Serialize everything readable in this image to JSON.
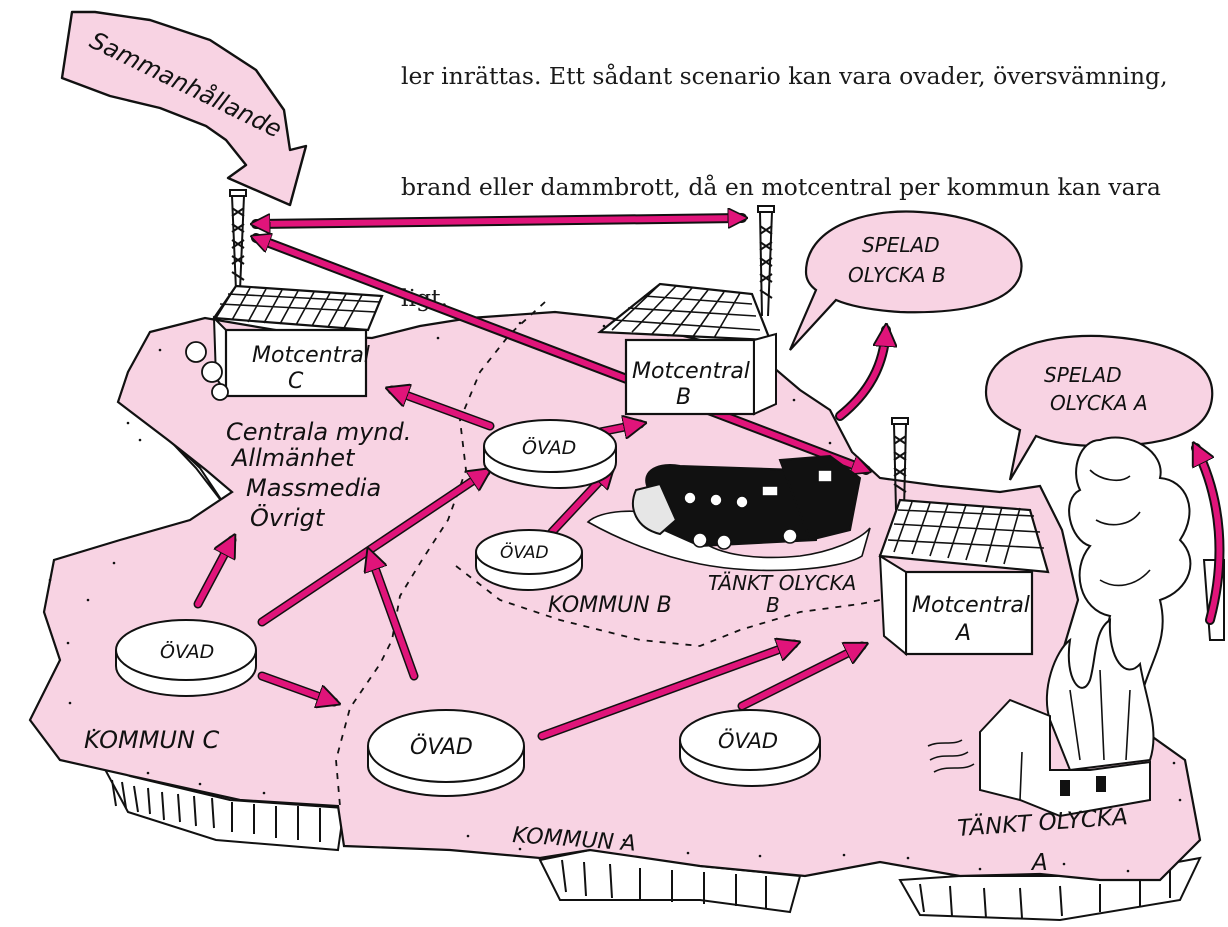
{
  "paragraph": {
    "lines": [
      "ler inrättas. Ett sådant scenario kan vara ovader, översvämning,",
      "brand eller dammbrott, då en motcentral per kommun kan vara",
      "ligt."
    ]
  },
  "banner_label": "Sammanhållande",
  "motcentral_c": {
    "line1": "Motcentral",
    "line2": "C"
  },
  "motcentral_b": {
    "line1": "Motcentral",
    "line2": "B"
  },
  "motcentral_a": {
    "line1": "Motcentral",
    "line2": "A"
  },
  "bubble_b": {
    "line1": "SPELAD",
    "line2": "OLYCKA B"
  },
  "bubble_a": {
    "line1": "SPELAD",
    "line2": "OLYCKA A"
  },
  "central_list": [
    "Centrala mynd.",
    "Allmänhet",
    "Massmedia",
    "Övrigt"
  ],
  "disc_label": "ÖVAD",
  "region_labels": {
    "c": "KOMMUN C",
    "b": "KOMMUN B",
    "a": "KOMMUN A"
  },
  "incident_b": {
    "line1": "TÄNKT OLYCKA",
    "line2": "B"
  },
  "incident_a": {
    "line1": "TÄNKT OLYCKA",
    "line2": "A"
  },
  "colors": {
    "pink": "#f8d3e3",
    "magenta": "#e0147a",
    "ink": "#111111",
    "disc": "#ffffff"
  }
}
